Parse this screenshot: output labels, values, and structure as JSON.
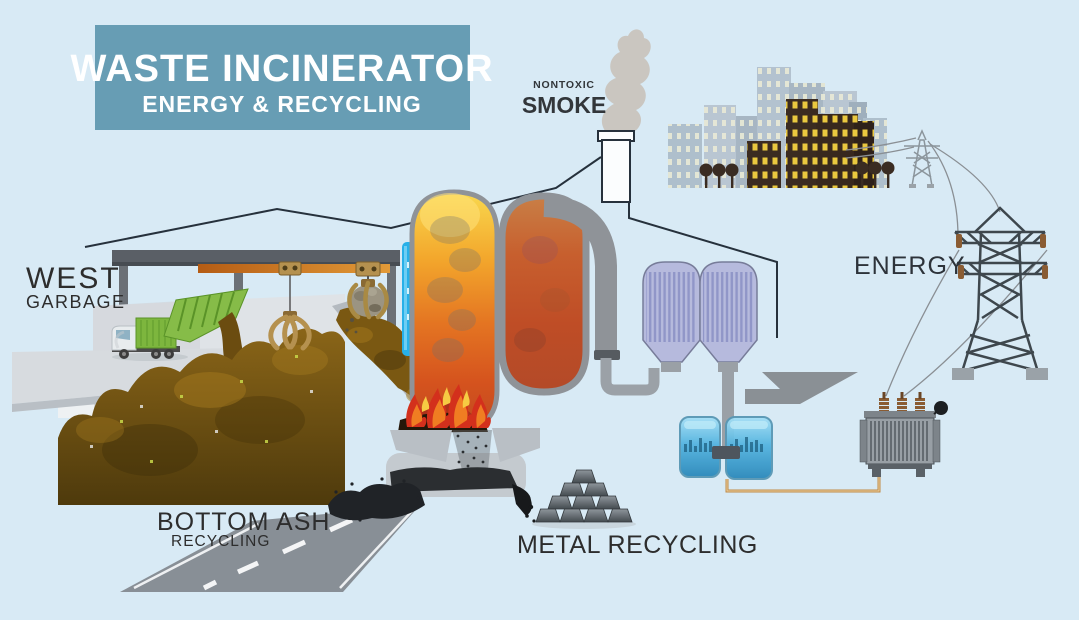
{
  "banner": {
    "title": "WASTE INCINERATOR",
    "subtitle": "ENERGY & RECYCLING"
  },
  "labels": {
    "nontoxic": "NONTOXIC",
    "smoke": "SMOKE",
    "west": "WEST",
    "garbage": "GARBAGE",
    "energy": "ENERGY",
    "bottom_ash": "BOTTOM ASH",
    "bottom_ash_sub": "RECYCLING",
    "metal_recycling": "METAL RECYCLING"
  },
  "colors": {
    "background": "#d8eaf5",
    "banner_bg": "#679db4",
    "banner_text": "#ffffff",
    "label_text": "#2d2d2d",
    "outline_dark": "#26313c",
    "fire_red": "#d3301c",
    "fire_orange": "#f07d22",
    "fire_yellow": "#f6cb43",
    "chamber_glow_top": "#f9d84e",
    "chamber_deep_orange": "#c04a20",
    "filter_lavender": "#b6badd",
    "water_blue": "#54b4e0",
    "truck_green": "#7db63e",
    "garbage_brown": "#7a5812",
    "wire_orange": "#c08a45",
    "smoke_gray": "#c9c4bd",
    "pipe_gray": "#8f9398",
    "metal_gray": "#6a7177",
    "road_gray": "#888f96"
  }
}
